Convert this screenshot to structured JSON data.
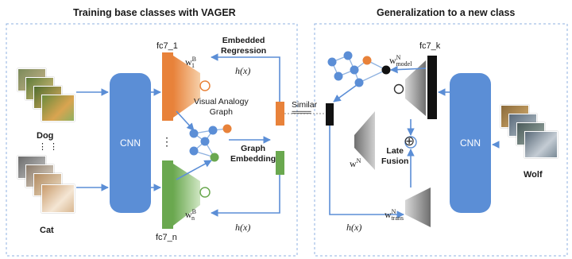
{
  "left_panel": {
    "title": "Training base classes with VAGER",
    "cnn_label": "CNN",
    "dog_label": "Dog",
    "dots_vertical": "⋮   ⋮",
    "cat_label": "Cat",
    "fc7_1": "fc7_1",
    "fc7_n": "fc7_n",
    "embedded_regression": "Embedded\nRegression",
    "visual_analogy_graph": "Visual Analogy\nGraph",
    "graph_embedding": "Graph\nEmbedding",
    "hx_top": "h(x)",
    "hx_bottom": "h(x)",
    "w1_base": "w",
    "w1_sup": "B",
    "w1_sub": "1",
    "wn_base": "w",
    "wn_sup": "B",
    "wn_sub": "n",
    "ellipsis_dots": "⋮"
  },
  "middle": {
    "similar": "Similar",
    "equals": "====="
  },
  "right_panel": {
    "title": "Generalization to a new class",
    "cnn_label": "CNN",
    "fc7_k": "fc7_k",
    "wolf_label": "Wolf",
    "late_fusion": "Late\nFusion",
    "hx": "h(x)",
    "wmodel_base": "w",
    "wmodel_sup": "N",
    "wmodel_sub": "model",
    "wtrans_base": "w",
    "wtrans_sup": "N",
    "wtrans_sub": "trans",
    "wN_base": "w",
    "wN_sup": "N",
    "plus": "⊕"
  },
  "colors": {
    "orange": "#e8823a",
    "green": "#6aa84f",
    "blue_node": "#5b8ed6",
    "arrow": "#5b8ed6",
    "gray": "#8a8a8a"
  }
}
